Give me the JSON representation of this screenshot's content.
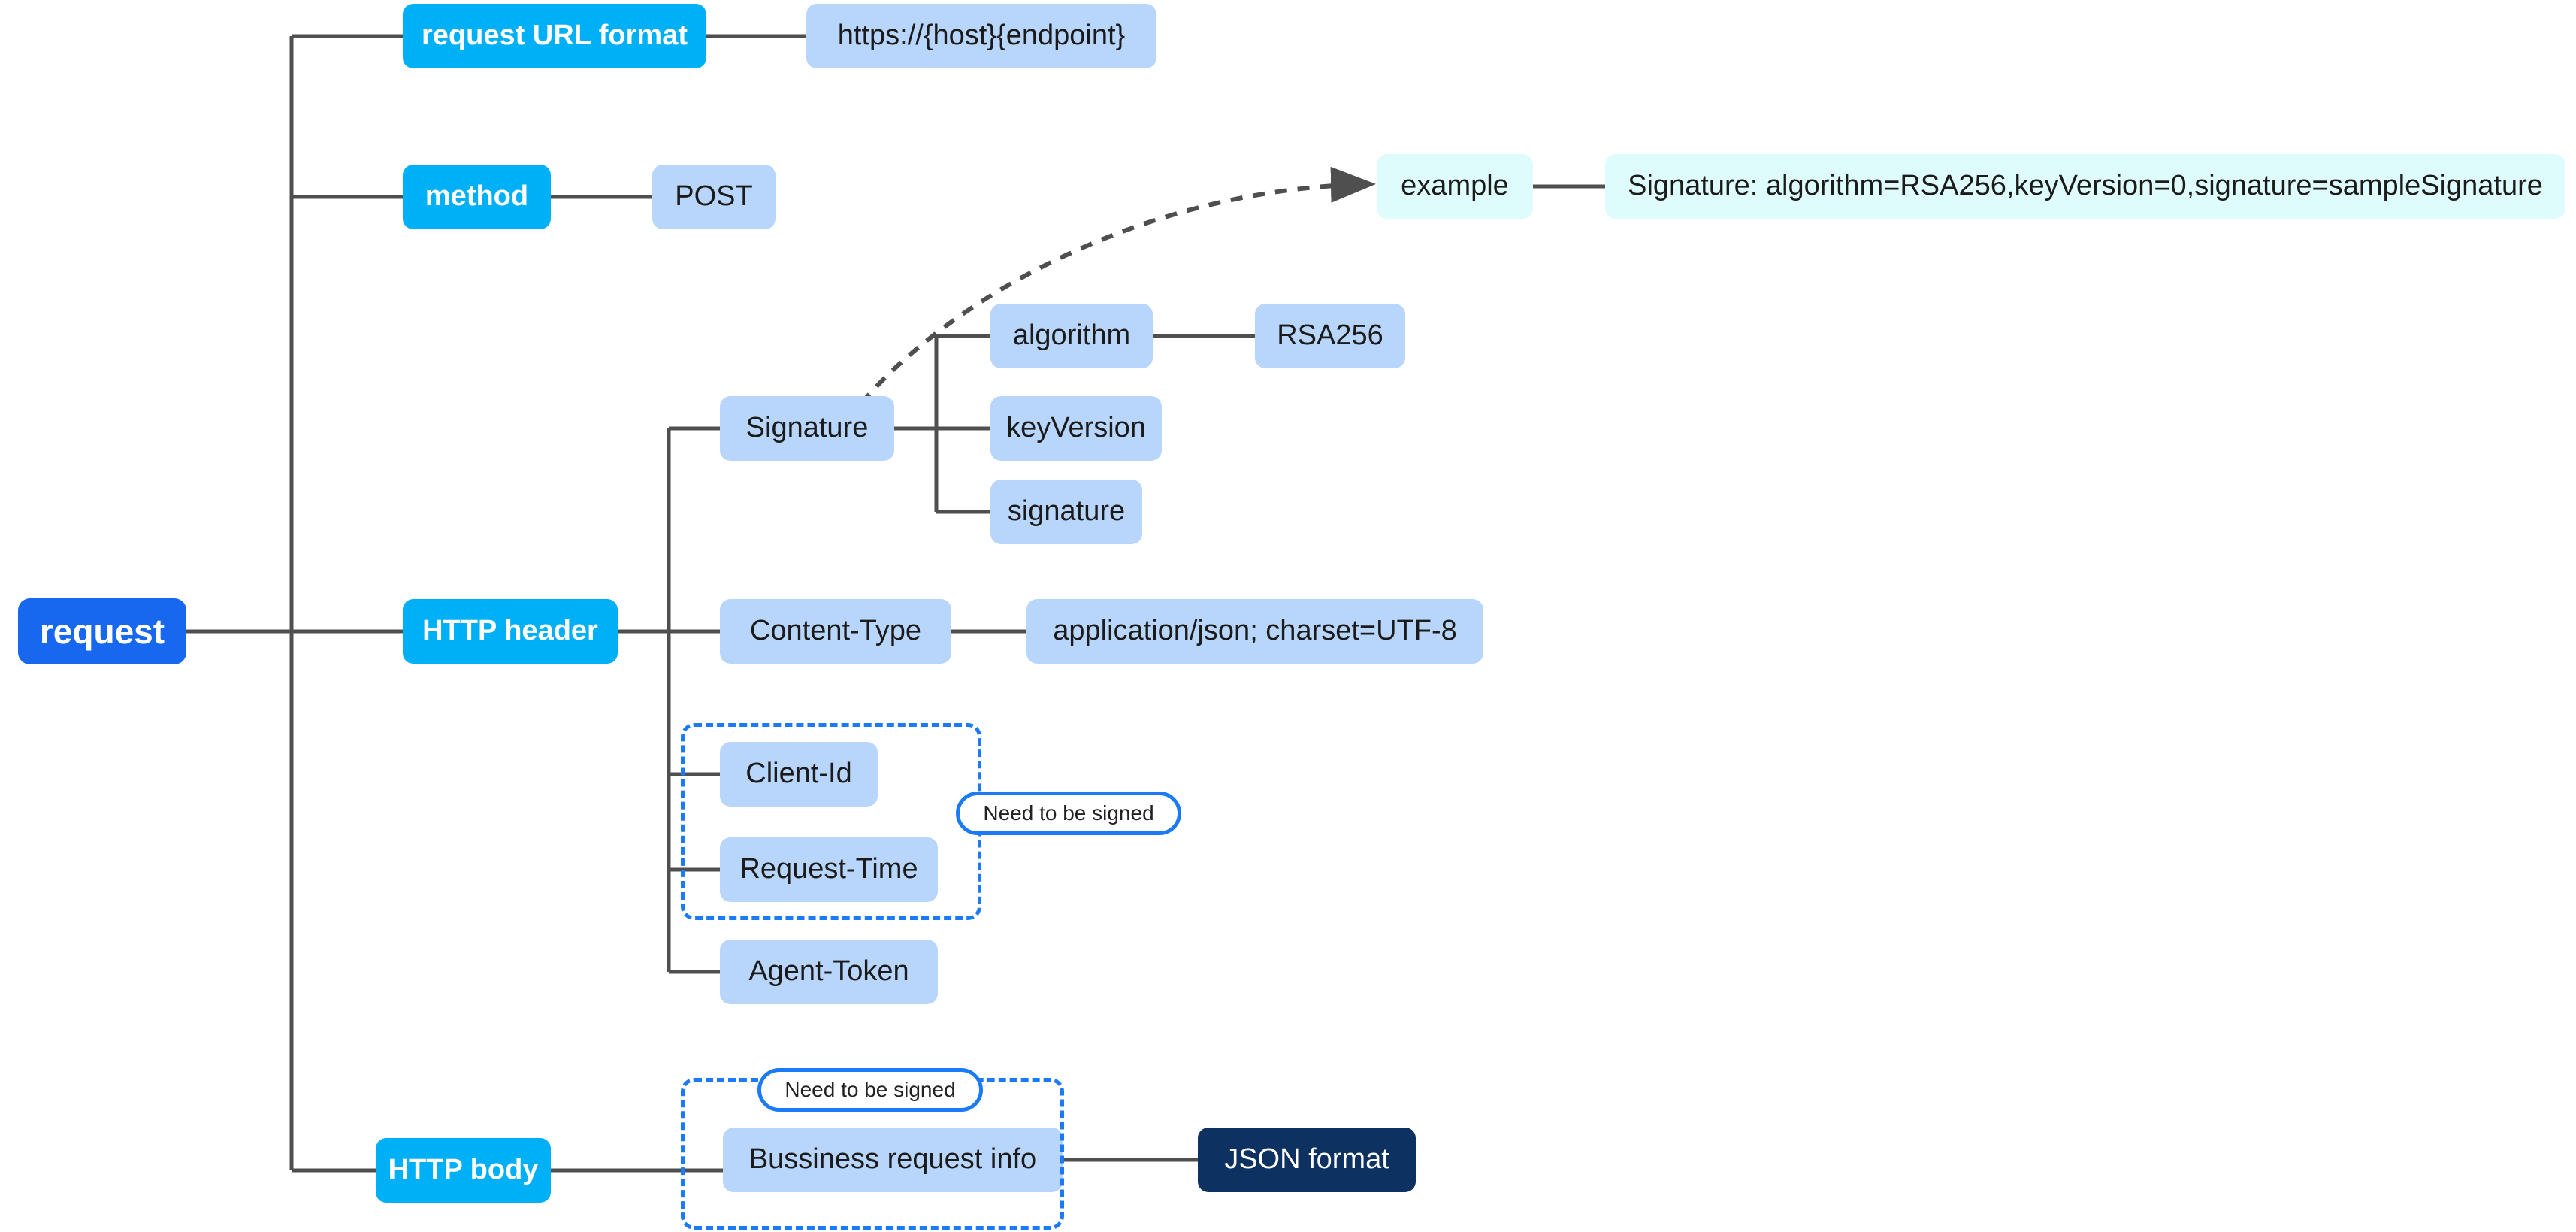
{
  "diagram": {
    "type": "mindmap-tree",
    "title": "request",
    "colors": {
      "root_fill": "#1868ef",
      "level1_fill": "#00b0f6",
      "level2_fill": "#b8d5fb",
      "mint_fill": "#ddfcfb",
      "navy_fill": "#0d3160",
      "edge_stroke": "#4f4f4f",
      "dashed_stroke": "#1a7af8",
      "background": "#ffffff"
    },
    "root": {
      "label": "request"
    },
    "branches": [
      {
        "id": "url-format",
        "label": "request URL format",
        "value": "https://{host}{endpoint}"
      },
      {
        "id": "method",
        "label": "method",
        "value": "POST"
      },
      {
        "id": "http-header",
        "label": "HTTP header",
        "children": [
          {
            "id": "signature",
            "label": "Signature",
            "fields": [
              {
                "id": "algorithm",
                "label": "algorithm",
                "value": "RSA256"
              },
              {
                "id": "keyversion",
                "label": "keyVersion"
              },
              {
                "id": "signature-field",
                "label": "signature"
              }
            ],
            "example": {
              "label": "example",
              "value": "Signature: algorithm=RSA256,keyVersion=0,signature=sampleSignature"
            }
          },
          {
            "id": "content-type",
            "label": "Content-Type",
            "value": "application/json; charset=UTF-8"
          },
          {
            "id": "client-id",
            "label": "Client-Id"
          },
          {
            "id": "request-time",
            "label": "Request-Time"
          },
          {
            "id": "agent-token",
            "label": "Agent-Token"
          }
        ],
        "signed_group": {
          "badge": "Need to be signed",
          "members": [
            "Client-Id",
            "Request-Time"
          ]
        }
      },
      {
        "id": "http-body",
        "label": "HTTP body",
        "children": [
          {
            "id": "business-info",
            "label": "Bussiness request info",
            "value": "JSON format"
          }
        ],
        "signed_group": {
          "badge": "Need to be signed",
          "members": [
            "Bussiness request info"
          ]
        }
      }
    ]
  }
}
